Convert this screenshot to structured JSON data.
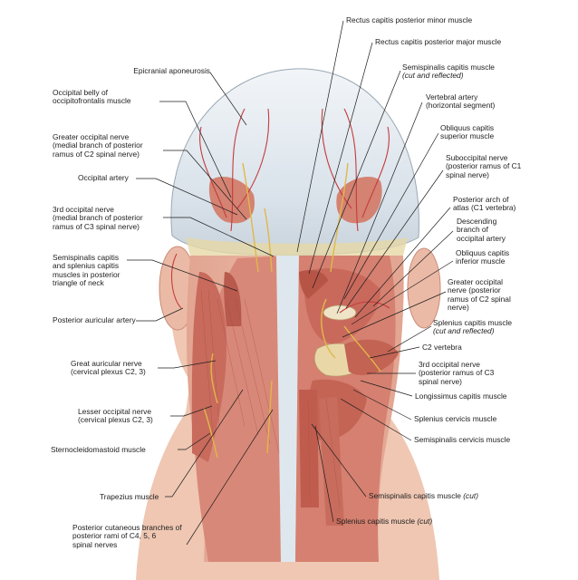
{
  "labels_left": [
    {
      "id": "epicranial",
      "lines": [
        "Epicranial aponeurosis"
      ]
    },
    {
      "id": "occipital-belly",
      "lines": [
        "Occipital belly of",
        "occipitofrontalis muscle"
      ]
    },
    {
      "id": "greater-occipital-left",
      "lines": [
        "Greater occipital nerve",
        "(medial branch of posterior",
        "ramus of C2 spinal nerve)"
      ]
    },
    {
      "id": "occipital-artery",
      "lines": [
        "Occipital artery"
      ]
    },
    {
      "id": "third-occipital-left",
      "lines": [
        "3rd occipital nerve",
        "(medial branch of posterior",
        "ramus of C3 spinal nerve)"
      ]
    },
    {
      "id": "semispinalis-splenius",
      "lines": [
        "Semispinalis capitis",
        "and splenius capitis",
        "muscles in posterior",
        "triangle of neck"
      ]
    },
    {
      "id": "posterior-auricular",
      "lines": [
        "Posterior auricular artery"
      ]
    },
    {
      "id": "great-auricular",
      "lines": [
        "Great auricular nerve",
        "(cervical plexus C2, 3)"
      ]
    },
    {
      "id": "lesser-occipital",
      "lines": [
        "Lesser occipital nerve",
        "(cervical plexus C2, 3)"
      ]
    },
    {
      "id": "sternocleidomastoid",
      "lines": [
        "Sternocleidomastoid muscle"
      ]
    },
    {
      "id": "trapezius",
      "lines": [
        "Trapezius muscle"
      ]
    },
    {
      "id": "posterior-cutaneous",
      "lines": [
        "Posterior cutaneous branches of",
        "posterior rami of C4, 5, 6",
        "spinal nerves"
      ]
    }
  ],
  "labels_right": [
    {
      "id": "rectus-minor",
      "lines": [
        "Rectus capitis posterior minor muscle"
      ]
    },
    {
      "id": "rectus-major",
      "lines": [
        "Rectus capitis posterior major muscle"
      ]
    },
    {
      "id": "semispinalis-cut-reflected",
      "lines": [
        "Semispinalis capitis muscle"
      ],
      "italic": "(cut and reflected)"
    },
    {
      "id": "vertebral-artery",
      "lines": [
        "Vertebral artery",
        "(horizontal segment)"
      ]
    },
    {
      "id": "obliquus-superior",
      "lines": [
        "Obliquus capitis",
        "superior muscle"
      ]
    },
    {
      "id": "suboccipital",
      "lines": [
        "Suboccipital nerve",
        "(posterior ramus of C1",
        "spinal nerve)"
      ]
    },
    {
      "id": "posterior-arch",
      "lines": [
        "Posterior arch of",
        "atlas (C1 vertebra)"
      ]
    },
    {
      "id": "descending-branch",
      "lines": [
        "Descending",
        "branch of",
        "occipital artery"
      ]
    },
    {
      "id": "obliquus-inferior",
      "lines": [
        "Obliquus capitis",
        "inferior muscle"
      ]
    },
    {
      "id": "greater-occipital-right",
      "lines": [
        "Greater occipital",
        "nerve (posterior",
        "ramus of C2 spinal",
        "nerve)"
      ]
    },
    {
      "id": "splenius-cut-reflected",
      "lines": [
        "Splenius capitis muscle"
      ],
      "italic": "(cut and reflected)"
    },
    {
      "id": "c2-vertebra",
      "lines": [
        "C2 vertebra"
      ]
    },
    {
      "id": "third-occipital-right",
      "lines": [
        "3rd occipital nerve",
        "(posterior ramus of C3",
        "spinal nerve)"
      ]
    },
    {
      "id": "longissimus",
      "lines": [
        "Longissimus capitis muscle"
      ]
    },
    {
      "id": "splenius-cervicis",
      "lines": [
        "Splenius cervicis muscle"
      ]
    },
    {
      "id": "semispinalis-cervicis",
      "lines": [
        "Semispinalis cervicis muscle"
      ]
    },
    {
      "id": "semispinalis-cut",
      "lines": [
        "Semispinalis capitis muscle "
      ],
      "italic": "(cut)"
    },
    {
      "id": "splenius-cut",
      "lines": [
        "Splenius capitis muscle "
      ],
      "italic": "(cut)"
    }
  ],
  "colors": {
    "skin": "#efc7b3",
    "muscle": "#d47a6c",
    "muscle_dark": "#b85a4d",
    "aponeurosis": "#dfe7ee",
    "nerve": "#e8c45a",
    "artery": "#c43c3c",
    "leader": "#1e1e1e"
  }
}
